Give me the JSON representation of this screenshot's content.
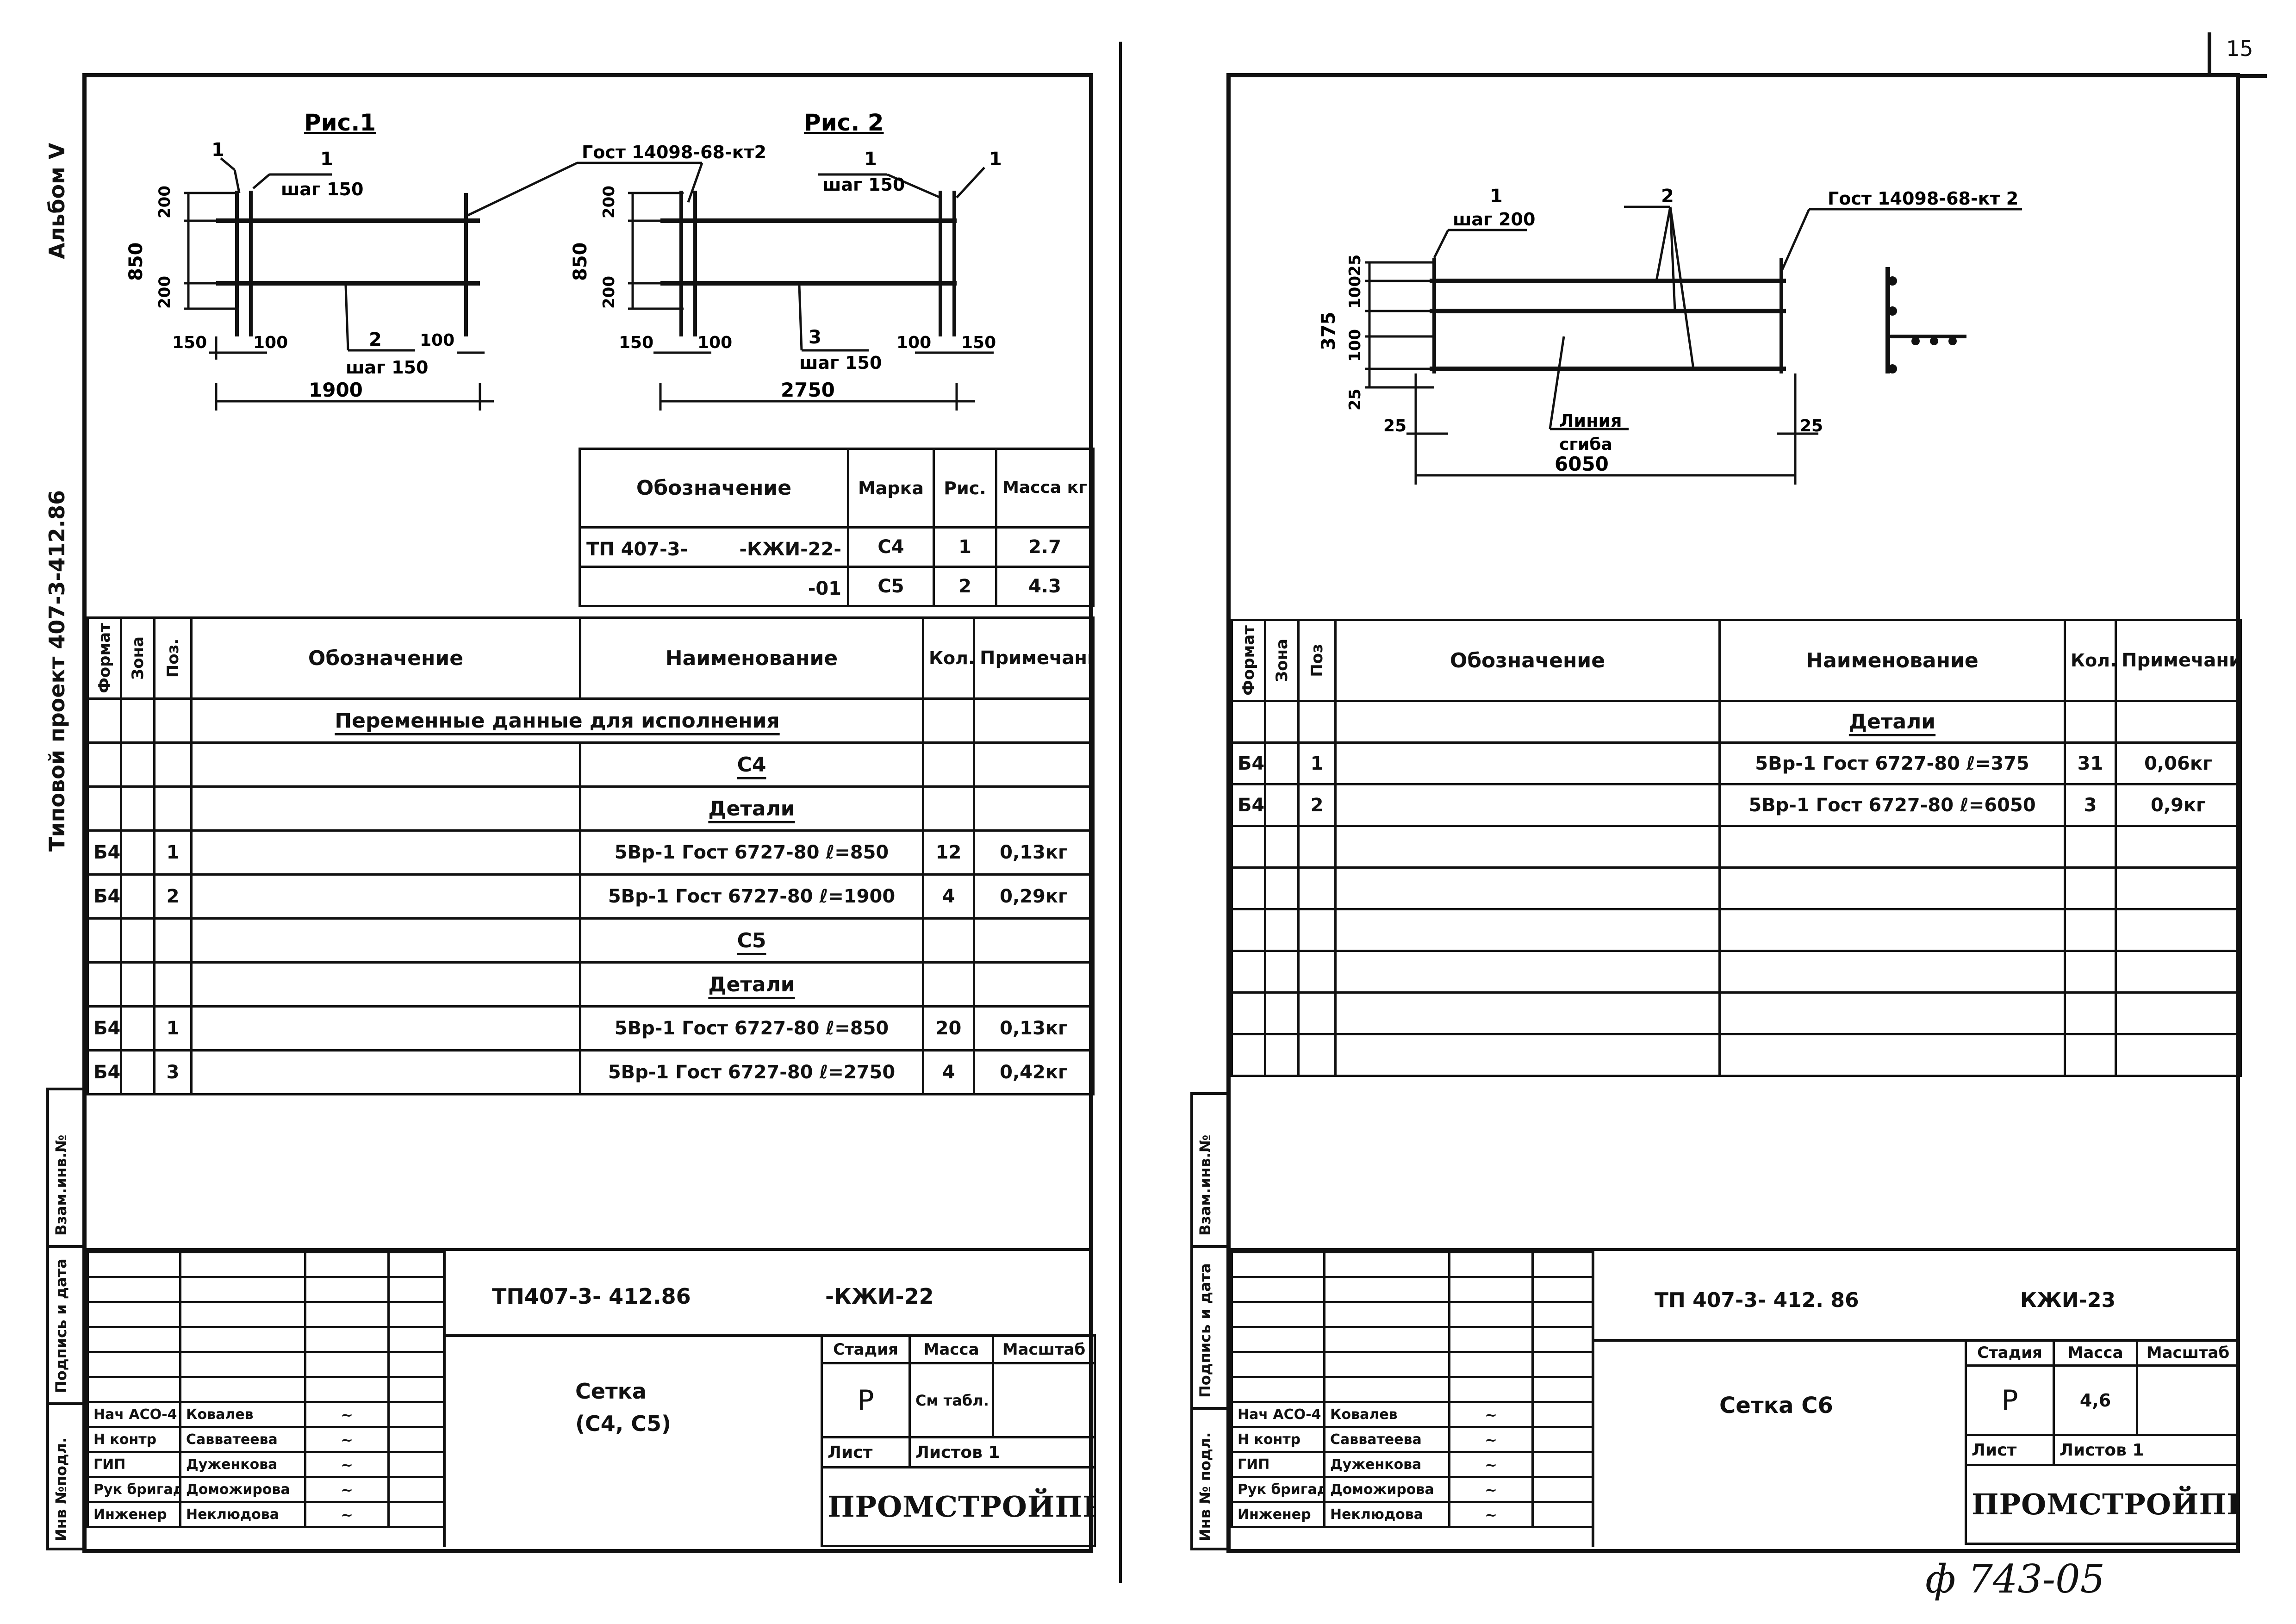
{
  "page_number": "15",
  "left": {
    "side_title": "Типовой проект 407-3-412.86",
    "side_album": "Альбом V",
    "fig1": {
      "title": "Рис.1",
      "lbl_pos1a": "1",
      "lbl_pos1b": "1",
      "lbl_step1": "шаг 150",
      "lbl_pos2": "2",
      "lbl_step2": "шаг 150",
      "dim_height": "850",
      "dim_top": "200",
      "dim_bottom": "200",
      "dim_150": "150",
      "dim_100a": "100",
      "dim_100b": "100",
      "dim_length": "1900"
    },
    "gost_label": "Гост 14098-68-кт2",
    "fig2": {
      "title": "Рис. 2",
      "lbl_pos1a": "1",
      "lbl_pos1b": "1",
      "lbl_step1": "шаг 150",
      "lbl_pos3": "3",
      "lbl_step3": "шаг 150",
      "dim_height": "850",
      "dim_top": "200",
      "dim_bottom": "200",
      "dim_150a": "150",
      "dim_100a": "100",
      "dim_100b": "100",
      "dim_150b": "150",
      "dim_length": "2750"
    },
    "marks_table": {
      "h_designation": "Обозначение",
      "h_mark": "Марка",
      "h_fig": "Рис.",
      "h_mass": "Масса кг",
      "rows": [
        {
          "designation_a": "ТП 407-3-",
          "designation_b": "-КЖИ-22-",
          "mark": "С4",
          "fig": "1",
          "mass": "2.7"
        },
        {
          "designation_a": "",
          "designation_b": "-01",
          "mark": "С5",
          "fig": "2",
          "mass": "4.3"
        }
      ]
    },
    "spec": {
      "h_format": "Формат",
      "h_zone": "Зона",
      "h_pos": "Поз.",
      "h_designation": "Обозначение",
      "h_name": "Наименование",
      "h_qty": "Кол.",
      "h_note": "Примечание",
      "section_title": "Переменные данные для исполнения",
      "rows": [
        {
          "format": "",
          "pos": "",
          "name": "С4",
          "qty": "",
          "note": "",
          "kind": "group"
        },
        {
          "format": "",
          "pos": "",
          "name": "Детали",
          "qty": "",
          "note": "",
          "kind": "group"
        },
        {
          "format": "Б4",
          "pos": "1",
          "name": "5Вр-1 Гост 6727-80 ℓ=850",
          "qty": "12",
          "note": "0,13кг",
          "kind": "item"
        },
        {
          "format": "Б4",
          "pos": "2",
          "name": "5Вр-1 Гост 6727-80 ℓ=1900",
          "qty": "4",
          "note": "0,29кг",
          "kind": "item"
        },
        {
          "format": "",
          "pos": "",
          "name": "С5",
          "qty": "",
          "note": "",
          "kind": "group"
        },
        {
          "format": "",
          "pos": "",
          "name": "Детали",
          "qty": "",
          "note": "",
          "kind": "group"
        },
        {
          "format": "Б4",
          "pos": "1",
          "name": "5Вр-1 Гост 6727-80 ℓ=850",
          "qty": "20",
          "note": "0,13кг",
          "kind": "item"
        },
        {
          "format": "Б4",
          "pos": "3",
          "name": "5Вр-1 Гост 6727-80 ℓ=2750",
          "qty": "4",
          "note": "0,42кг",
          "kind": "item"
        }
      ]
    },
    "side_stamps": [
      "Инв №подл.",
      "Подпись и дата",
      "Взам.инв.№"
    ],
    "title_block": {
      "code": "ТП407-3- 412.86",
      "sheet_code": "-КЖИ-22",
      "name_line1": "Сетка",
      "name_line2": "(С4, С5)",
      "h_stage": "Стадия",
      "h_mass": "Масса",
      "h_scale": "Масштаб",
      "stage": "Р",
      "mass": "См табл.",
      "h_sheet": "Лист",
      "h_sheets": "Листов 1",
      "org": "ПРОМСТРОЙПРОЕКТ",
      "staff": [
        {
          "role": "Нач АСО-4",
          "name": "Ковалев"
        },
        {
          "role": "Н контр",
          "name": "Савватеева"
        },
        {
          "role": "ГИП",
          "name": "Дуженкова"
        },
        {
          "role": "Рук бригад",
          "name": "Доможирова"
        },
        {
          "role": "Инженер",
          "name": "Неклюдова"
        }
      ]
    }
  },
  "right": {
    "fig": {
      "lbl_pos1": "1",
      "lbl_step1": "шаг 200",
      "lbl_pos2": "2",
      "gost_label": "Гост 14098-68-кт 2",
      "dim_height": "375",
      "dim_25a": "25",
      "dim_100a": "100",
      "dim_100b": "100",
      "dim_25b": "25",
      "dim_25left": "25",
      "dim_25right": "25",
      "dim_length": "6050",
      "bend_line_1": "Линия",
      "bend_line_2": "сгиба"
    },
    "spec": {
      "h_format": "Формат",
      "h_zone": "Зона",
      "h_pos": "Поз",
      "h_designation": "Обозначение",
      "h_name": "Наименование",
      "h_qty": "Кол.",
      "h_note": "Примечание",
      "rows": [
        {
          "format": "",
          "pos": "",
          "name": "Детали",
          "qty": "",
          "note": "",
          "kind": "group"
        },
        {
          "format": "Б4",
          "pos": "1",
          "name": "5Вр-1  Гост 6727-80 ℓ=375",
          "qty": "31",
          "note": "0,06кг",
          "kind": "item"
        },
        {
          "format": "Б4",
          "pos": "2",
          "name": "5Вр-1  Гост 6727-80 ℓ=6050",
          "qty": "3",
          "note": "0,9кг",
          "kind": "item"
        }
      ]
    },
    "side_stamps": [
      "Инв № подл.",
      "Подпись и дата",
      "Взам.инв.№"
    ],
    "title_block": {
      "code": "ТП 407-3- 412. 86",
      "sheet_code": "КЖИ-23",
      "name": "Сетка С6",
      "h_stage": "Стадия",
      "h_mass": "Масса",
      "h_scale": "Масштаб",
      "stage": "Р",
      "mass": "4,6",
      "h_sheet": "Лист",
      "h_sheets": "Листов 1",
      "org": "ПРОМСТРОЙПРОЕКТ",
      "staff": [
        {
          "role": "Нач АСО-4",
          "name": "Ковалев"
        },
        {
          "role": "Н контр",
          "name": "Савватеева"
        },
        {
          "role": "ГИП",
          "name": "Дуженкова"
        },
        {
          "role": "Рук бригад",
          "name": "Доможирова"
        },
        {
          "role": "Инженер",
          "name": "Неклюдова"
        }
      ]
    }
  },
  "inventory_note": "ф 743-05"
}
